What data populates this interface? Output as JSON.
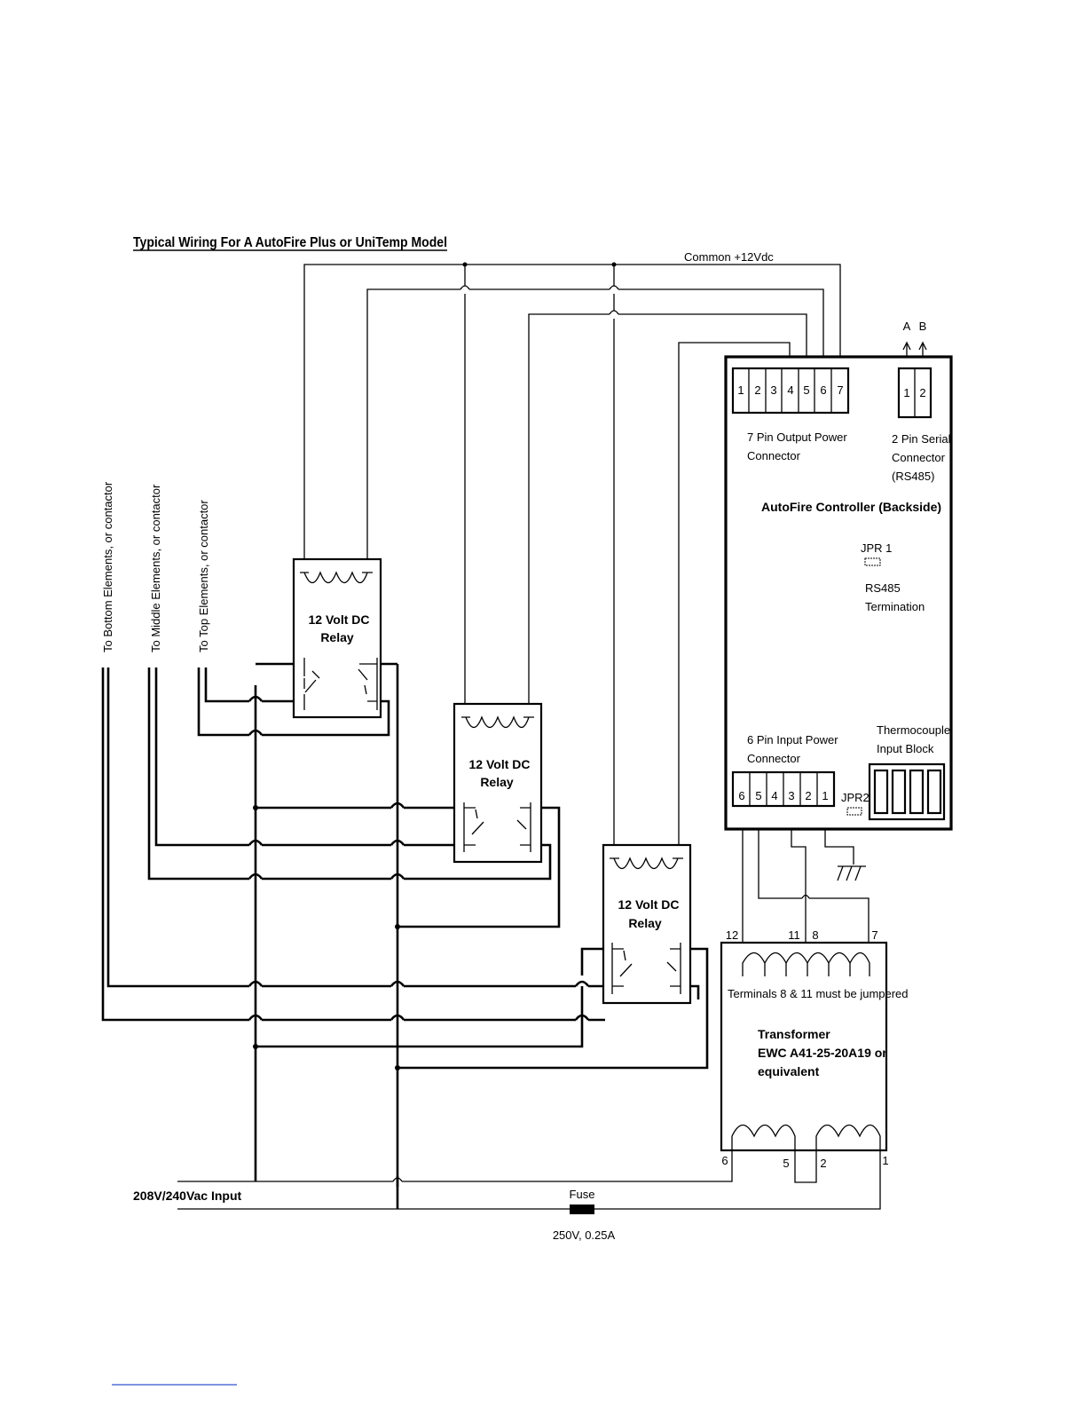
{
  "title": "Typical Wiring For A  AutoFire Plus or UniTemp Model",
  "common_label": "Common +12Vdc",
  "serial_labels": {
    "a": "A",
    "b": "B"
  },
  "controller": {
    "name": "AutoFire Controller (Backside)",
    "output_connector": {
      "pins": [
        "1",
        "2",
        "3",
        "4",
        "5",
        "6",
        "7"
      ],
      "label_line1": "7 Pin Output Power",
      "label_line2": "Connector"
    },
    "serial_connector": {
      "pins": [
        "1",
        "2"
      ],
      "label_line1": "2 Pin Serial",
      "label_line2": "Connector",
      "label_line3": "(RS485)"
    },
    "jpr1": {
      "label": "JPR 1",
      "desc_line1": "RS485",
      "desc_line2": "Termination"
    },
    "input_connector": {
      "pins": [
        "6",
        "5",
        "4",
        "3",
        "2",
        "1"
      ],
      "label_line1": "6 Pin Input Power",
      "label_line2": "Connector"
    },
    "jpr2": "JPR2",
    "thermocouple": {
      "line1": "Thermocouple",
      "line2": "Input Block"
    }
  },
  "relays": [
    {
      "line1": "12 Volt DC",
      "line2": "Relay"
    },
    {
      "line1": "12 Volt DC",
      "line2": "Relay"
    },
    {
      "line1": "12 Volt DC",
      "line2": "Relay"
    }
  ],
  "element_labels": {
    "bottom": "To Bottom Elements, or contactor",
    "middle": "To Middle Elements, or contactor",
    "top": "To Top Elements, or contactor"
  },
  "transformer": {
    "primary_terminals": {
      "t12": "12",
      "t11": "11",
      "t8": "8",
      "t7": "7"
    },
    "note": "Terminals 8 & 11 must be jumpered",
    "name_line1": "Transformer",
    "name_line2": "EWC A41-25-20A19 or",
    "name_line3": "equivalent",
    "secondary_terminals": {
      "t6": "6",
      "t5": "5",
      "t2": "2",
      "t1": "1"
    }
  },
  "input_label": "208V/240Vac Input",
  "fuse": {
    "label": "Fuse",
    "rating": "250V, 0.25A"
  }
}
